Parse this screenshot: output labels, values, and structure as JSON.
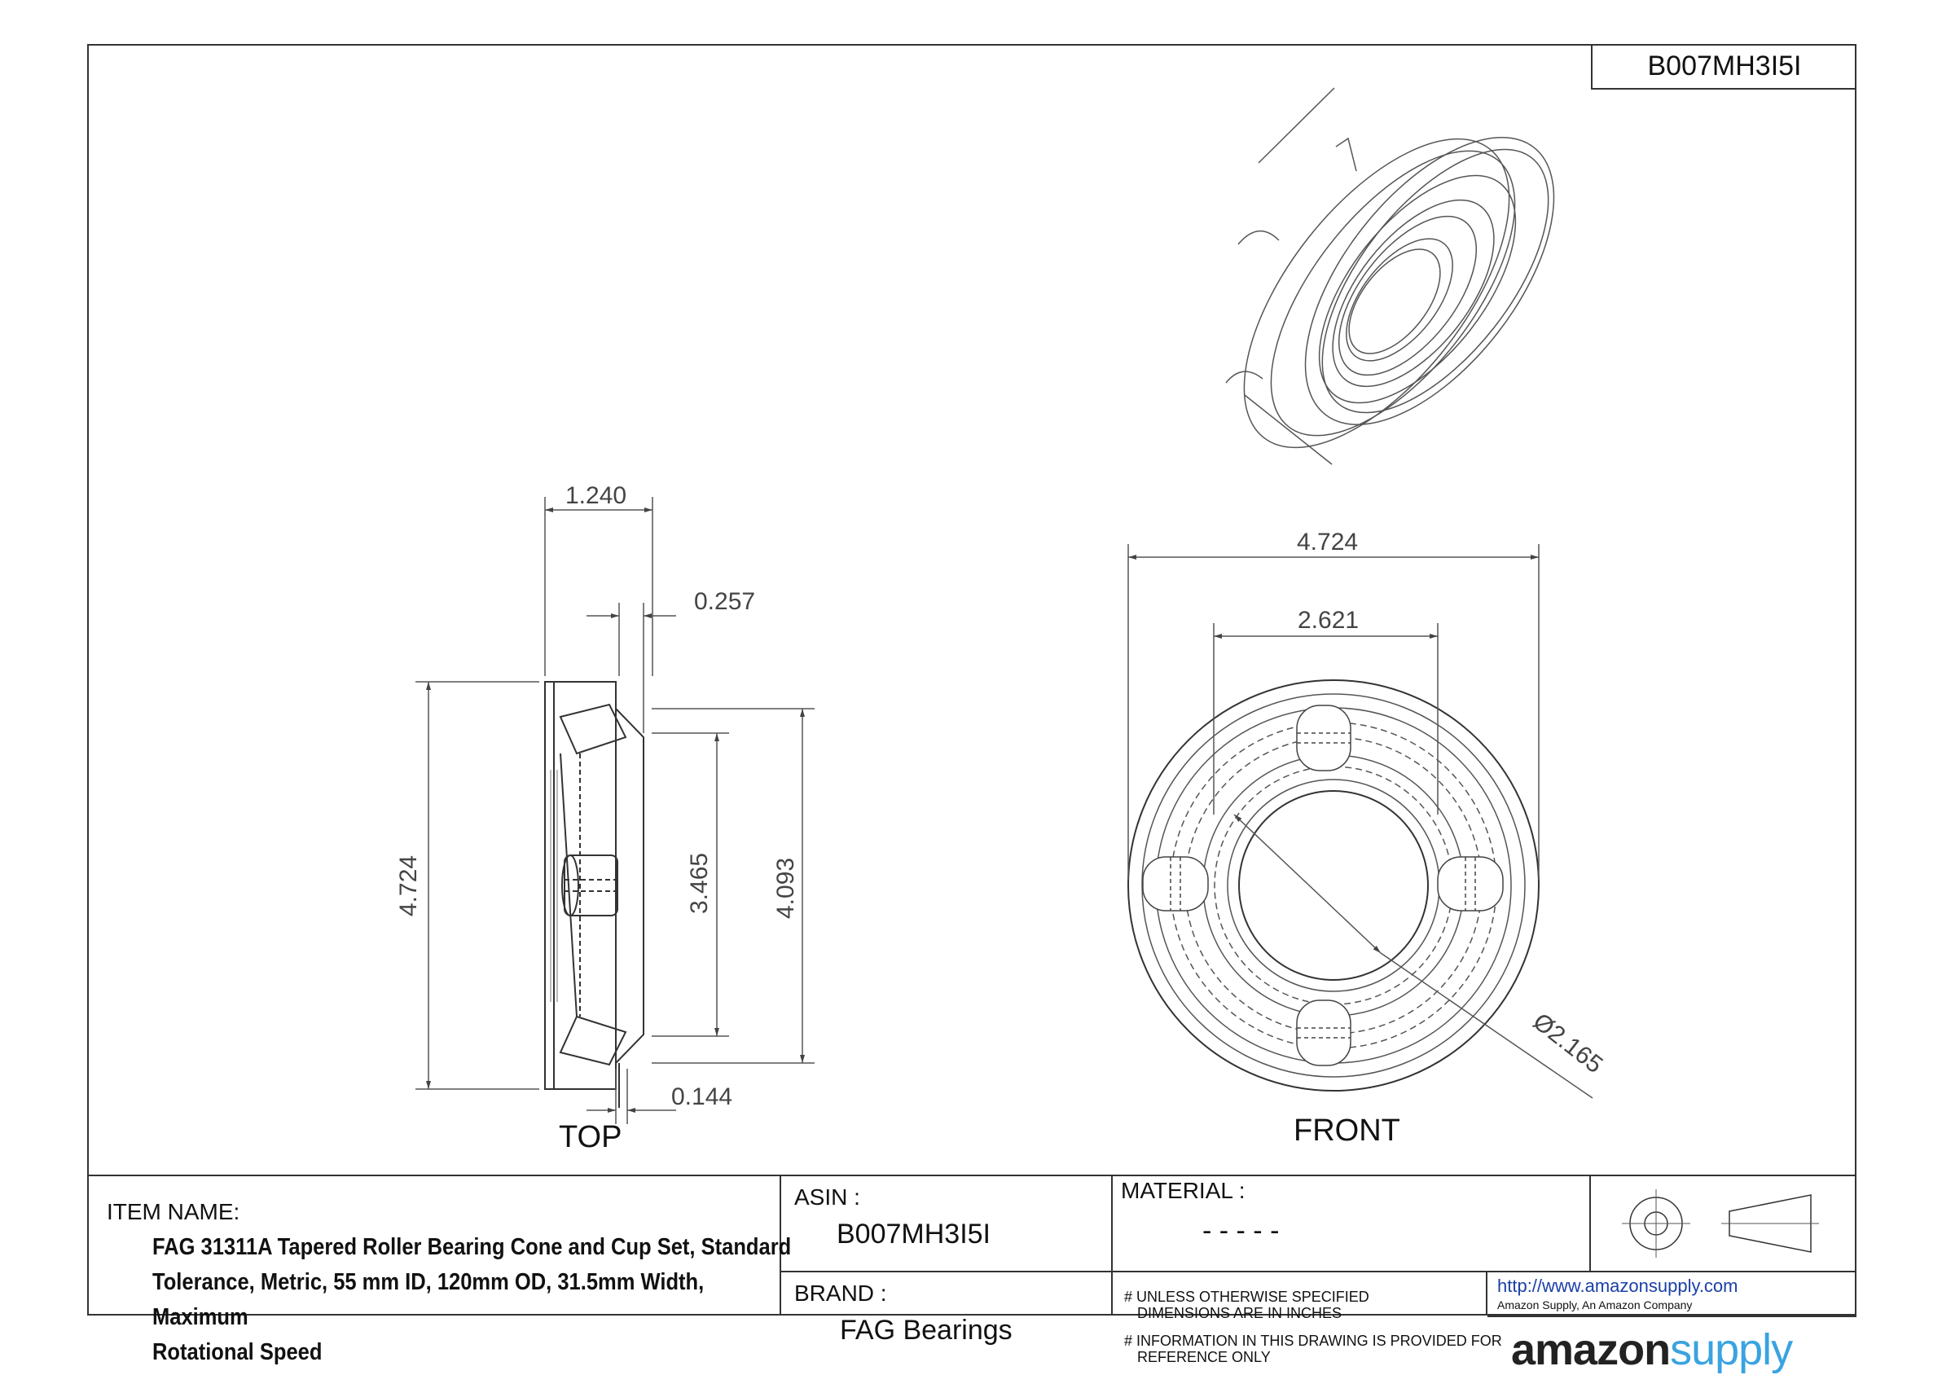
{
  "part_number": "B007MH3I5I",
  "views": {
    "top": {
      "label": "TOP",
      "dims": {
        "width": "1.240",
        "lip": "0.257",
        "od": "4.724",
        "cup_id": "3.465",
        "cone_od": "4.093",
        "offset": "0.144"
      }
    },
    "front": {
      "label": "FRONT",
      "dims": {
        "od": "4.724",
        "roller_circle": "2.621",
        "bore": "Ø2.165"
      }
    }
  },
  "title_block": {
    "item_name_label": "ITEM NAME:",
    "item_name_lines": [
      "FAG 31311A Tapered Roller Bearing Cone and Cup Set, Standard",
      "Tolerance, Metric, 55 mm ID, 120mm OD, 31.5mm Width, Maximum",
      "Rotational Speed"
    ],
    "asin_label": "ASIN :",
    "asin_value": "B007MH3I5I",
    "brand_label": "BRAND :",
    "brand_value": "FAG Bearings",
    "material_label": "MATERIAL :",
    "material_value": "- - - - -",
    "note1_line1": "# UNLESS OTHERWISE SPECIFIED",
    "note1_line2": "DIMENSIONS ARE IN INCHES",
    "note2_line1": "# INFORMATION IN THIS DRAWING IS PROVIDED FOR",
    "note2_line2": "REFERENCE ONLY",
    "url": "http://www.amazonsupply.com",
    "company": "Amazon Supply, An Amazon Company",
    "logo_part1": "amazon",
    "logo_part2": "supply"
  }
}
